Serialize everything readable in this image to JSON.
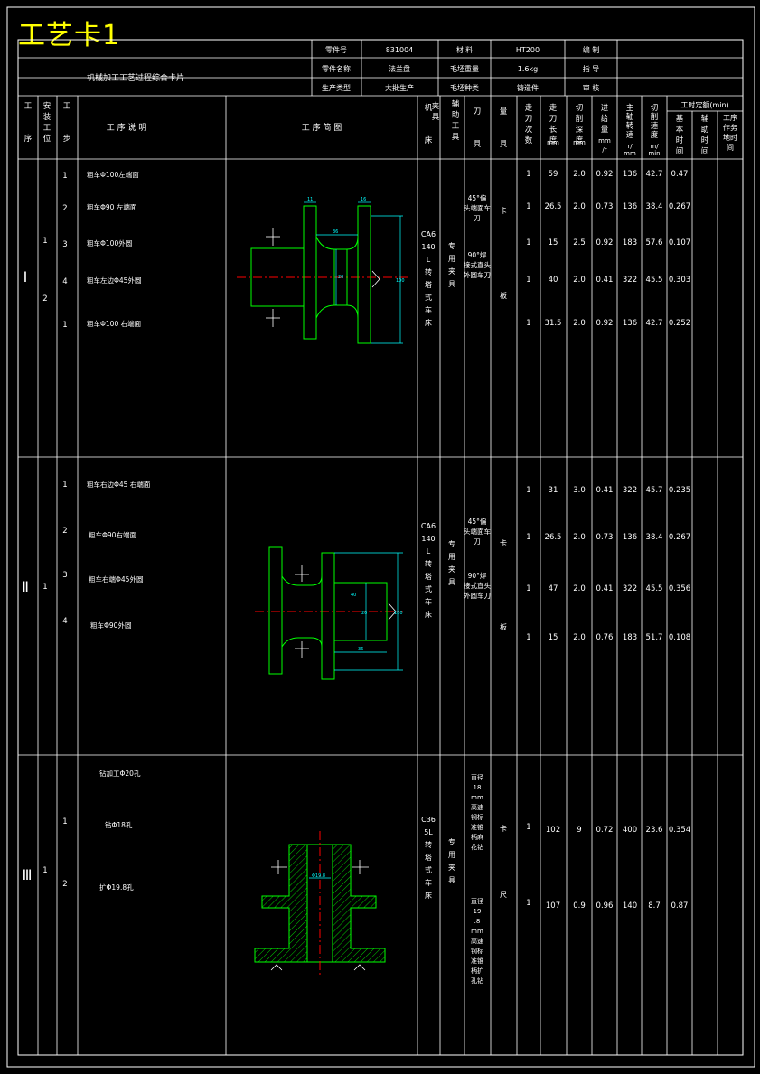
{
  "page_title": "工艺卡1",
  "header": {
    "card_name": "机械加工工艺过程综合卡片",
    "row1": {
      "part_no_label": "零件号",
      "part_no": "831004",
      "material_label": "材    料",
      "material": "HT200",
      "compile_label": "编    制"
    },
    "row2": {
      "part_name_label": "零件名称",
      "part_name": "法兰盘",
      "blank_weight_label": "毛坯重量",
      "blank_weight": "1.6kg",
      "guide_label": "指    导"
    },
    "row3": {
      "production_label": "生产类型",
      "production": "大批生产",
      "blank_type_label": "毛坯种类",
      "blank_type": "铸造件",
      "review_label": "审    核"
    }
  },
  "columns": {
    "process": "工序",
    "setup": "安装工位",
    "step": "工步",
    "description": "工 序 说 明",
    "sketch": "工 序 简 图",
    "machine": "机床",
    "fixture": "夹具",
    "aux_tool": "辅助工具",
    "cutter": "刀具",
    "gauge": "量具",
    "passes": "走刀次数",
    "length": "走刀长度mm",
    "depth": "切削深度mm",
    "feed": "进给量mm/r",
    "speed": "主轴转速r/mm",
    "cut_speed": "切削速度m/min",
    "time_norm": "工时定额(min)",
    "basic_time": "基本时间",
    "aux_time": "辅助时间",
    "work_time": "工作地时间"
  },
  "processes": [
    {
      "roman": "Ⅰ",
      "setups": [
        "1",
        "2"
      ],
      "machine": "CA6140L转塔式车床",
      "fixture": "专用夹具",
      "cutters": [
        "45°偏头端面车刀",
        "90°焊接式直头外圆车刀"
      ],
      "gauge": [
        "卡",
        "板"
      ],
      "steps": [
        {
          "step": "1",
          "desc": "粗车Φ100左端面",
          "passes": "1",
          "length": "59",
          "depth": "2.0",
          "feed": "0.92",
          "speed": "136",
          "cut_speed": "42.7",
          "basic": "0.47"
        },
        {
          "step": "2",
          "desc": "粗车Φ90  左端面",
          "passes": "1",
          "length": "26.5",
          "depth": "2.0",
          "feed": "0.73",
          "speed": "136",
          "cut_speed": "38.4",
          "basic": "0.267"
        },
        {
          "step": "3",
          "desc": "粗车Φ100外圆",
          "passes": "1",
          "length": "15",
          "depth": "2.5",
          "feed": "0.92",
          "speed": "183",
          "cut_speed": "57.6",
          "basic": "0.107"
        },
        {
          "step": "4",
          "desc": "粗车左边Φ45外圆",
          "passes": "1",
          "length": "40",
          "depth": "2.0",
          "feed": "0.41",
          "speed": "322",
          "cut_speed": "45.5",
          "basic": "0.303"
        },
        {
          "step": "1",
          "desc": "粗车Φ100  右端面",
          "passes": "1",
          "length": "31.5",
          "depth": "2.0",
          "feed": "0.92",
          "speed": "136",
          "cut_speed": "42.7",
          "basic": "0.252"
        }
      ]
    },
    {
      "roman": "Ⅱ",
      "setups": [
        "1"
      ],
      "machine": "CA6140L转塔式车床",
      "fixture": "专用夹具",
      "cutters": [
        "45°偏头端面车刀",
        "90°焊接式直头外圆车刀"
      ],
      "gauge": [
        "卡",
        "板"
      ],
      "steps": [
        {
          "step": "1",
          "desc": "粗车右边Φ45 右端面",
          "passes": "1",
          "length": "31",
          "depth": "3.0",
          "feed": "0.41",
          "speed": "322",
          "cut_speed": "45.7",
          "basic": "0.235"
        },
        {
          "step": "2",
          "desc": "粗车Φ90右端面",
          "passes": "1",
          "length": "26.5",
          "depth": "2.0",
          "feed": "0.73",
          "speed": "136",
          "cut_speed": "38.4",
          "basic": "0.267"
        },
        {
          "step": "3",
          "desc": "粗车右端Φ45外圆",
          "passes": "1",
          "length": "47",
          "depth": "2.0",
          "feed": "0.41",
          "speed": "322",
          "cut_speed": "45.5",
          "basic": "0.356"
        },
        {
          "step": "4",
          "desc": "粗车Φ90外圆",
          "passes": "1",
          "length": "15",
          "depth": "2.0",
          "feed": "0.76",
          "speed": "183",
          "cut_speed": "51.7",
          "basic": "0.108"
        }
      ]
    },
    {
      "roman": "Ⅲ",
      "setups": [
        "1"
      ],
      "machine": "C365L转塔式车床",
      "fixture": "专用夹具",
      "pre_step_desc": "钻加工Φ20孔",
      "cutters": [
        "直径18mm高速钢标准锥柄麻花钻",
        "直径19.8mm高速钢标准锥柄扩孔钻"
      ],
      "gauge": [
        "卡",
        "尺"
      ],
      "steps": [
        {
          "step": "1",
          "desc": "钻Φ18孔",
          "passes": "1",
          "length": "102",
          "depth": "9",
          "feed": "0.72",
          "speed": "400",
          "cut_speed": "23.6",
          "basic": "0.354"
        },
        {
          "step": "2",
          "desc": "扩Φ19.8孔",
          "passes": "1",
          "length": "107",
          "depth": "0.9",
          "feed": "0.96",
          "speed": "140",
          "cut_speed": "8.7",
          "basic": "0.87"
        }
      ]
    }
  ],
  "sketch_dims": {
    "s1": {
      "d1": "11",
      "d2": "16",
      "d3": "36",
      "d4": "20",
      "d5": "100"
    },
    "s2": {
      "d1": "36",
      "d2": "20",
      "d3": "100",
      "d4": "40"
    },
    "s3": {
      "d1": "Φ19.8"
    }
  },
  "colors": {
    "lines": "#ffffff",
    "title": "#ffff00",
    "green": "#00ff00",
    "cyan": "#00ffff",
    "red": "#ff0000"
  }
}
